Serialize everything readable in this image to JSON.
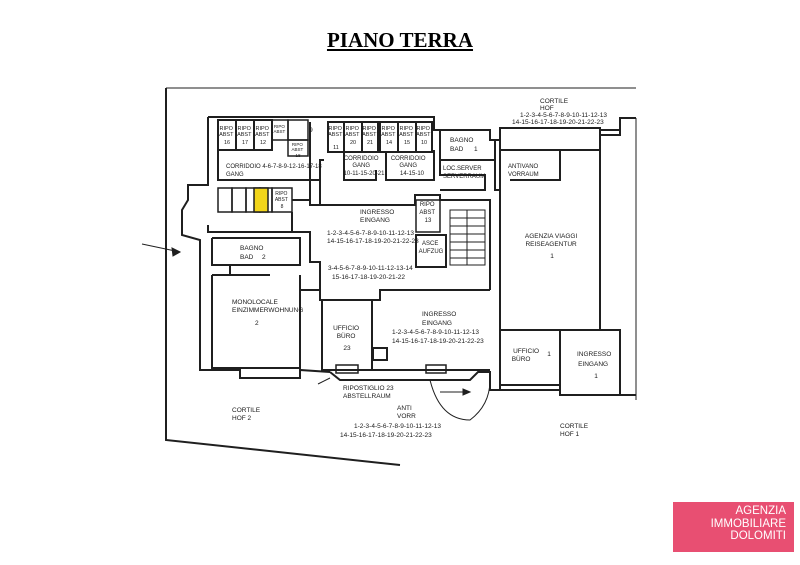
{
  "title": "PIANO TERRA",
  "colors": {
    "walls": "#1f1f1f",
    "highlight": "#f2d51a",
    "logo_bg": "#e84f72",
    "logo_text": "#ffffff"
  },
  "labels": {
    "cortile_hof_top": [
      "CORTILE",
      "HOF",
      "1-2-3-4-5-6-7-8-9-10-11-12-13",
      "14-15-16-17-18-19-20-21-22-23"
    ],
    "ripo_16": [
      "RIPO",
      "ABST",
      "16"
    ],
    "ripo_17": [
      "RIPO",
      "ABST",
      "17"
    ],
    "ripo_12": [
      "RIPO",
      "ABST",
      "12"
    ],
    "ripo_9": [
      "RIPO",
      "ABST",
      "9"
    ],
    "ripo_18": [
      "RIPO",
      "ABST",
      "18"
    ],
    "ripo_11": [
      "RIPO",
      "ABST",
      "11"
    ],
    "ripo_20": [
      "RIPO",
      "ABST",
      "20"
    ],
    "ripo_21": [
      "RIPO",
      "ABST",
      "21"
    ],
    "ripo_14": [
      "RIPO",
      "ABST",
      "14"
    ],
    "ripo_15": [
      "RIPO",
      "ABST",
      "15"
    ],
    "ripo_10": [
      "RIPO",
      "ABST",
      "10"
    ],
    "bagno_bad_1": [
      "BAGNO",
      "BAD",
      "1"
    ],
    "corridoio_1": [
      "CORRIDOIO 4-6-7-8-9-12-16-17-18",
      "GANG"
    ],
    "corridoio_2": [
      "CORRIDOIO",
      "GANG",
      "10-11-15-20-21"
    ],
    "corridoio_3": [
      "CORRIDOIO",
      "GANG",
      "14-15-10"
    ],
    "loc_server": [
      "LOC.SERVER",
      "SERVERRAUM"
    ],
    "antivano": [
      "ANTIVANO",
      "VORRAUM"
    ],
    "ripo_8": [
      "RIPO",
      "ABST",
      "8"
    ],
    "ingresso_top": [
      "INGRESSO",
      "EINGANG",
      "1-2-3-4-5-6-7-8-9-10-11-12-13",
      "14-15-16-17-18-19-20-21-22-23"
    ],
    "ripo_13": [
      "RIPO",
      "ABST",
      "13"
    ],
    "ascensore": [
      "ASCE",
      "AUFZUG"
    ],
    "agenzia": [
      "AGENZIA VIAGGI",
      "REISEAGENTUR",
      "1"
    ],
    "bagno_bad_2": [
      "BAGNO",
      "BAD",
      "2"
    ],
    "row_numbers": [
      "3-4-5-6-7-8-9-10-11-12-13-14",
      "15-16-17-18-19-20-21-22"
    ],
    "monolocale": [
      "MONOLOCALE",
      "EINZIMMERWOHNUNG",
      "2"
    ],
    "ufficio_23": [
      "UFFICIO",
      "BÜRO",
      "23"
    ],
    "ingresso_mid": [
      "INGRESSO",
      "EINGANG",
      "1-2-3-4-5-6-7-8-9-10-11-12-13",
      "14-15-16-17-18-19-20-21-22-23"
    ],
    "ufficio_1": [
      "UFFICIO",
      "BÜRO",
      "1"
    ],
    "ingresso_1": [
      "INGRESSO",
      "EINGANG",
      "1"
    ],
    "ripostiglio": [
      "RIPOSTIGLIO 23",
      "ABSTELLRAUM"
    ],
    "cortile_hof_2": [
      "CORTILE",
      "HOF 2"
    ],
    "anti_vorr": [
      "ANTI",
      "VORR",
      "1-2-3-4-5-6-7-8-9-10-11-12-13",
      "14-15-16-17-18-19-20-21-22-23"
    ],
    "cortile_hof_1": [
      "CORTILE",
      "HOF 1"
    ]
  },
  "logo": {
    "line1": "AGENZIA",
    "line2": "IMMOBILIARE",
    "line3": "DOLOMITI"
  }
}
